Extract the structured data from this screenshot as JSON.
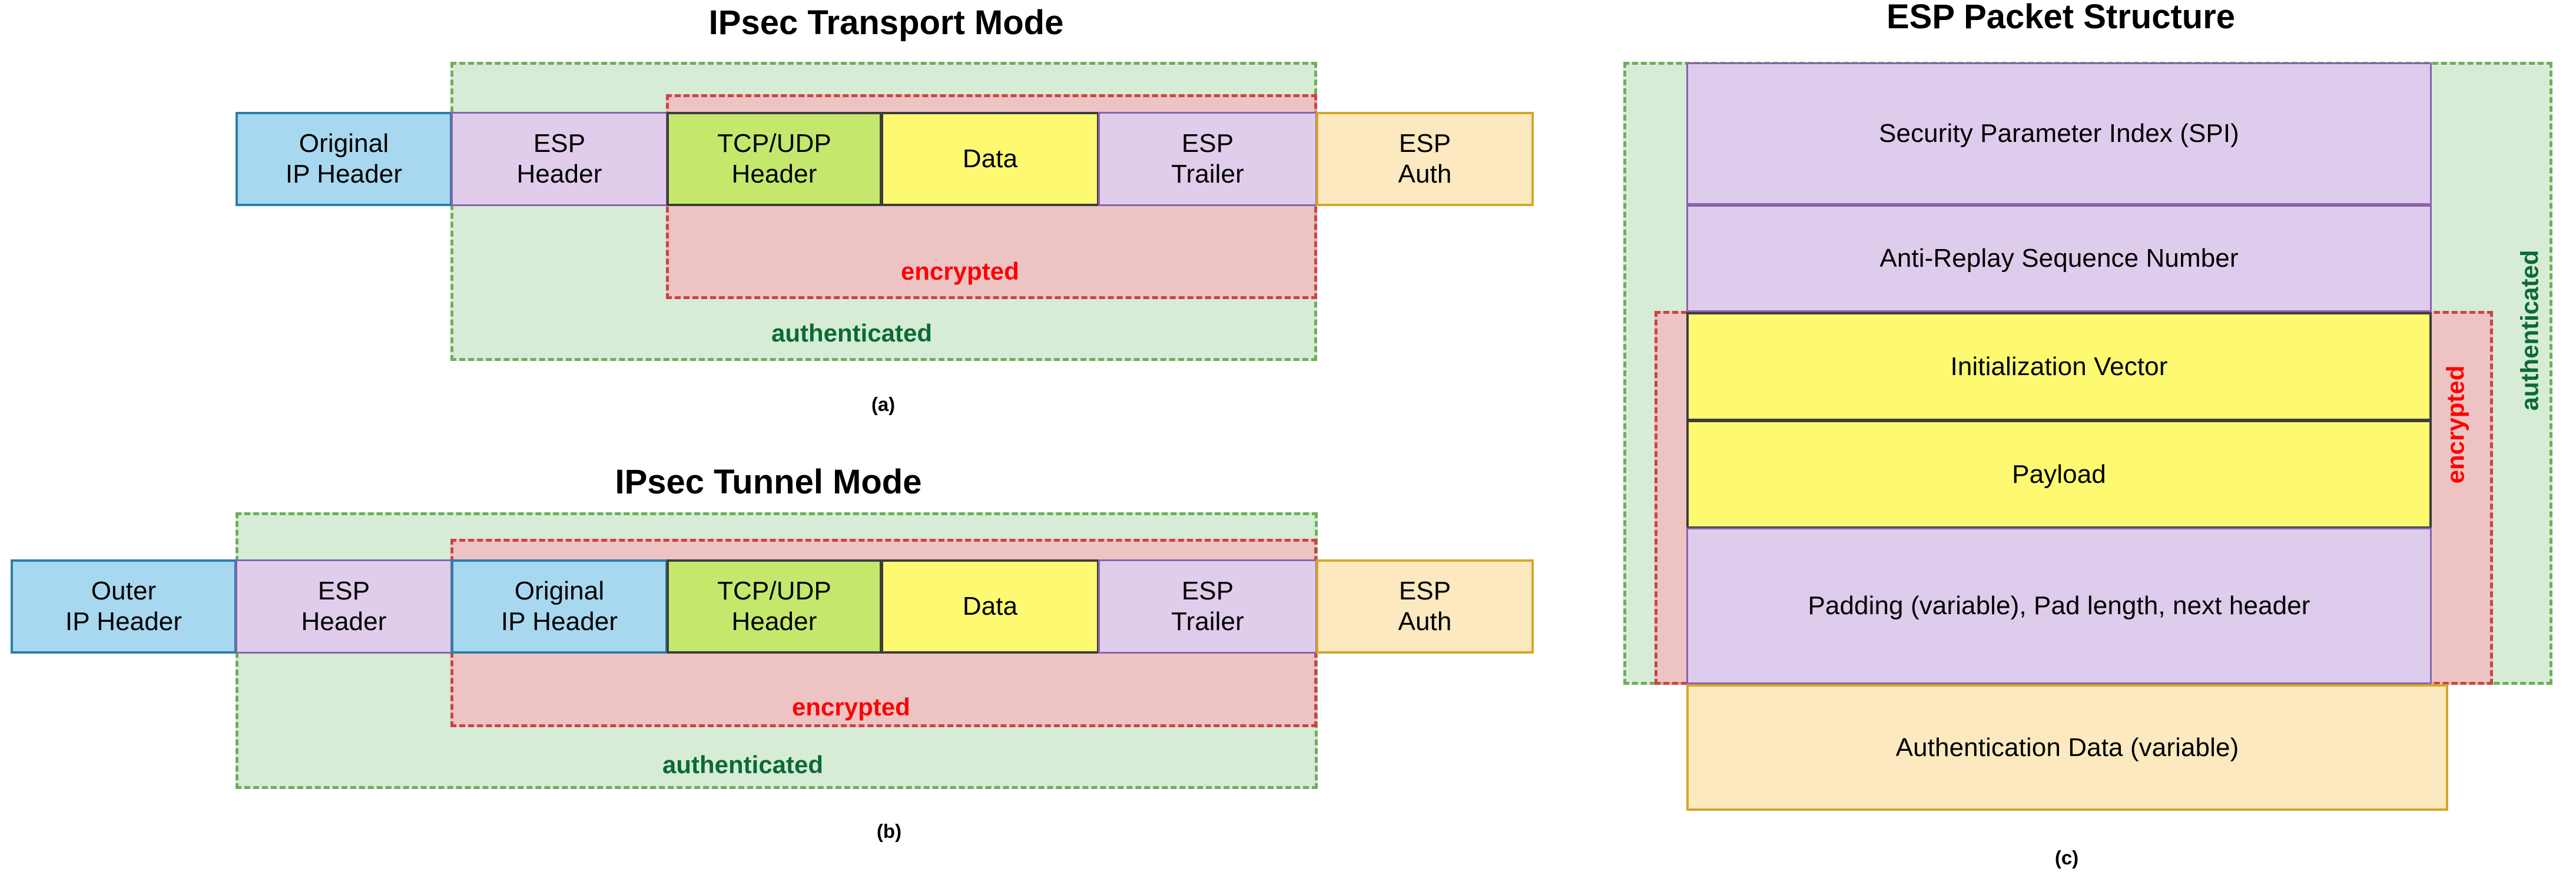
{
  "panels": {
    "transport": {
      "title": "IPsec Transport Mode",
      "caption": "(a)",
      "fields": [
        {
          "line1": "Original",
          "line2": "IP Header"
        },
        {
          "line1": "ESP",
          "line2": "Header"
        },
        {
          "line1": "TCP/UDP",
          "line2": "Header"
        },
        {
          "line1": "Data",
          "line2": ""
        },
        {
          "line1": "ESP",
          "line2": "Trailer"
        },
        {
          "line1": "ESP",
          "line2": "Auth"
        }
      ],
      "encrypted_label": "encrypted",
      "authenticated_label": "authenticated"
    },
    "tunnel": {
      "title": "IPsec Tunnel Mode",
      "caption": "(b)",
      "fields": [
        {
          "line1": "Outer",
          "line2": "IP Header"
        },
        {
          "line1": "ESP",
          "line2": "Header"
        },
        {
          "line1": "Original",
          "line2": "IP Header"
        },
        {
          "line1": "TCP/UDP",
          "line2": "Header"
        },
        {
          "line1": "Data",
          "line2": ""
        },
        {
          "line1": "ESP",
          "line2": "Trailer"
        },
        {
          "line1": "ESP",
          "line2": "Auth"
        }
      ],
      "encrypted_label": "encrypted",
      "authenticated_label": "authenticated"
    },
    "esp": {
      "title": "ESP Packet Structure",
      "caption": "(c)",
      "rows": [
        {
          "label": "Security Parameter Index (SPI)"
        },
        {
          "label": "Anti-Replay Sequence Number"
        },
        {
          "label": "Initialization Vector"
        },
        {
          "label": "Payload"
        },
        {
          "label": "Padding (variable), Pad length, next header"
        },
        {
          "label": "Authentication Data (variable)"
        }
      ],
      "encrypted_label": "encrypted",
      "authenticated_label": "authenticated"
    }
  },
  "colors": {
    "ip_header": "#a8d8ef",
    "esp_header": "#e0cdeb",
    "tcp_udp_header": "#c5e86c",
    "data": "#fdfa72",
    "esp_auth": "#fce9bf",
    "encrypted_fill": "#f6b4ba",
    "encrypted_stroke": "#cc4444",
    "encrypted_text": "#ff0000",
    "authenticated_fill": "#c6e4c7",
    "authenticated_stroke": "#6fae5a",
    "authenticated_text": "#0b6b33"
  }
}
